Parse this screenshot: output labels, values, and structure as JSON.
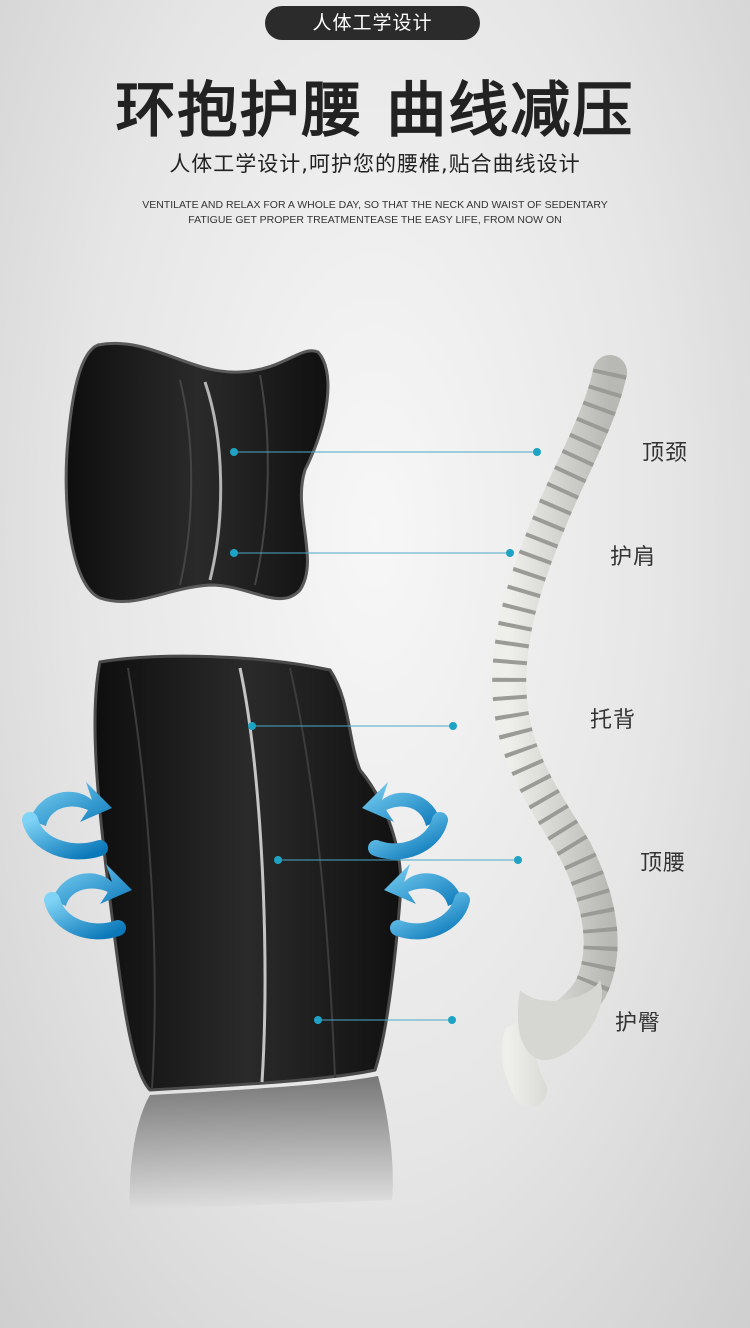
{
  "badge": {
    "text": "人体工学设计"
  },
  "headline": {
    "text": "环抱护腰 曲线减压"
  },
  "subhead": {
    "text": "人体工学设计,呵护您的腰椎,贴合曲线设计"
  },
  "english": {
    "line1": "VENTILATE AND RELAX FOR A WHOLE DAY, SO THAT THE NECK AND WAIST OF SEDENTARY",
    "line2": "FATIGUE GET PROPER TREATMENTEASE THE EASY LIFE, FROM NOW ON"
  },
  "callouts": {
    "neck": "顶颈",
    "shoulder": "护肩",
    "back": "托背",
    "waist": "顶腰",
    "hip": "护臀"
  },
  "colors": {
    "accent_dot": "#1fa3c4",
    "arrow_blue": "#29a8df",
    "pillow": "#1b1b1b",
    "spine": "#d4d4d0"
  },
  "icons": [
    "rotate-arrow-icon",
    "rotate-arrow-icon",
    "rotate-arrow-icon",
    "rotate-arrow-icon"
  ]
}
